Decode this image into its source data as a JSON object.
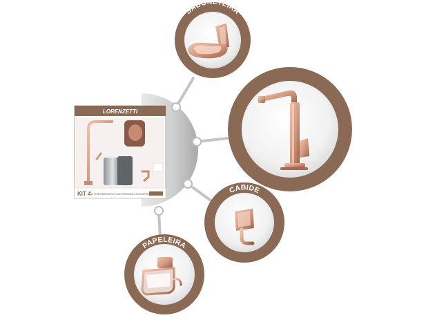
{
  "product_box": {
    "brand": "LORENZETTI",
    "kit_label": "KIT 4",
    "description": "KIT PARA BANHEIRO COM TORNEIRA E ACESSÓRIOS"
  },
  "callouts": [
    {
      "title": "SABONETEIRA"
    },
    {
      "title": "TORNEIRA LAVATÓRIO"
    },
    {
      "title": "CABIDE"
    },
    {
      "title": "PAPELEIRA"
    }
  ],
  "colors": {
    "ring_brown": "#8a6a55",
    "rose_gold": "#d39b82",
    "rose_gold_dark": "#a8684f",
    "connector_gray": "#c4c4c4"
  }
}
